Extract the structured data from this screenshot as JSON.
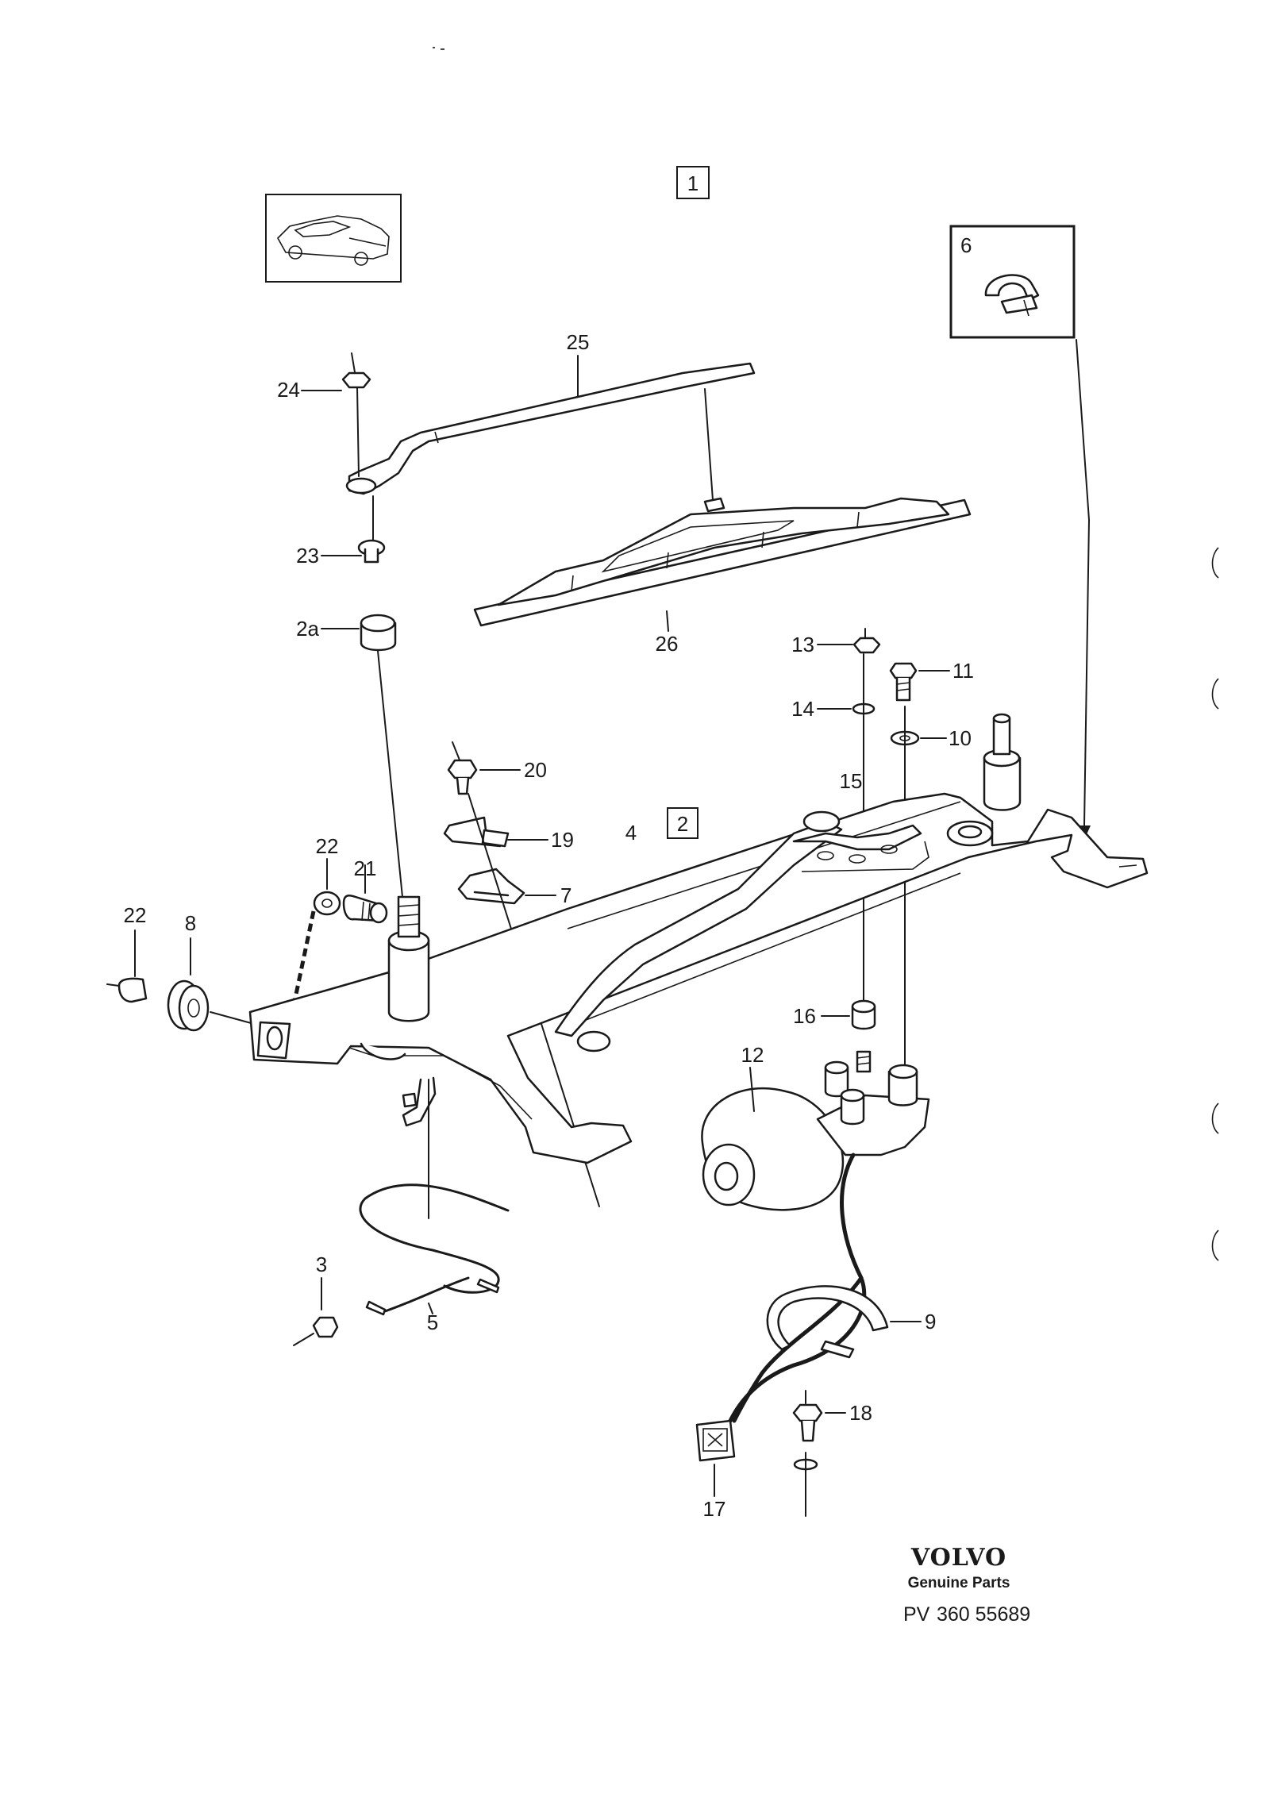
{
  "diagram": {
    "group_boxes": [
      "1",
      "2"
    ],
    "inset_label": "6",
    "parts": [
      "24",
      "25",
      "23",
      "2a",
      "26",
      "13",
      "11",
      "14",
      "10",
      "20",
      "15",
      "2",
      "4",
      "19",
      "22",
      "21",
      "7",
      "22",
      "8",
      "16",
      "12",
      "3",
      "5",
      "9",
      "18",
      "17"
    ]
  },
  "footer": {
    "brand": "VOLVO",
    "tagline": "Genuine Parts",
    "ref_prefix": "PV",
    "ref_number": "360 55689"
  },
  "colors": {
    "ink": "#1a1a1a",
    "paper": "#ffffff"
  }
}
